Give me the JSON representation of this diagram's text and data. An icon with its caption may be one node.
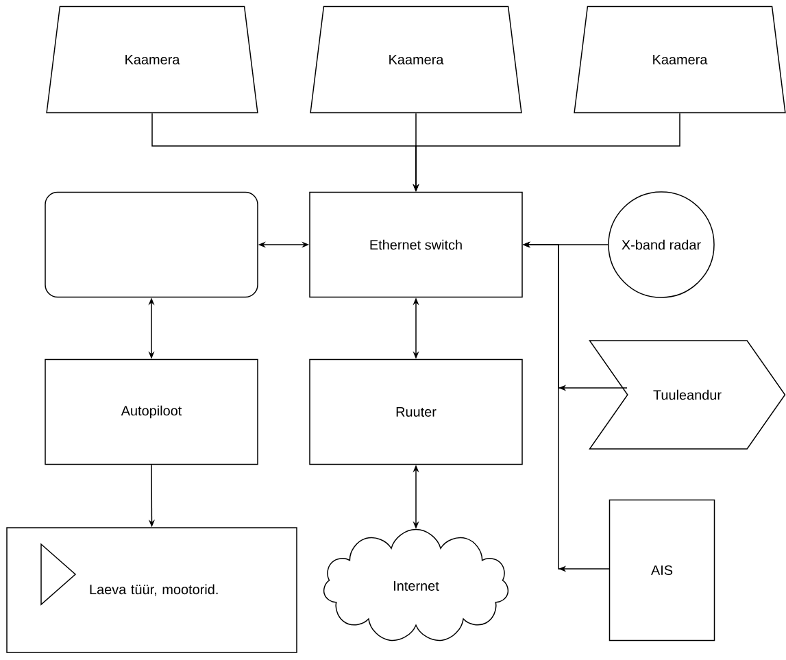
{
  "diagram": {
    "nodes": [
      {
        "text": [
          "Kaamera"
        ]
      },
      {
        "text": [
          "Kaamera"
        ]
      },
      {
        "text": [
          "Kaamera"
        ]
      },
      {
        "text": [],
        "shape": "box"
      },
      {
        "text": [
          "Ethernet switch"
        ]
      },
      {
        "text": [
          "X-band radar"
        ]
      },
      {
        "text": [
          "Autopiloot"
        ]
      },
      {
        "text": [
          "Ruuter"
        ]
      },
      {
        "text": [
          "Tuuleandur"
        ]
      },
      {
        "text": [
          "AIS"
        ]
      },
      {
        "text": [
          "Laeva tüür, mootorid."
        ]
      },
      {
        "text": [
          "Internet"
        ]
      }
    ],
    "edges": [
      {
        "from": 0,
        "to": 4,
        "arrow": "to"
      },
      {
        "from": 1,
        "to": 4,
        "arrow": "to"
      },
      {
        "from": 2,
        "to": 4,
        "arrow": "to"
      },
      {
        "from": 3,
        "to": 4,
        "arrow": "both"
      },
      {
        "from": 5,
        "to": 4,
        "arrow": "to"
      },
      {
        "from": 8,
        "to": 4,
        "arrow": "to"
      },
      {
        "from": 9,
        "to": 4,
        "arrow": "to"
      },
      {
        "from": 3,
        "to": 6,
        "arrow": "both"
      },
      {
        "from": 4,
        "to": 7,
        "arrow": "both"
      },
      {
        "from": 6,
        "to": 10,
        "arrow": "to"
      },
      {
        "from": 7,
        "to": 11,
        "arrow": "both"
      }
    ]
  }
}
